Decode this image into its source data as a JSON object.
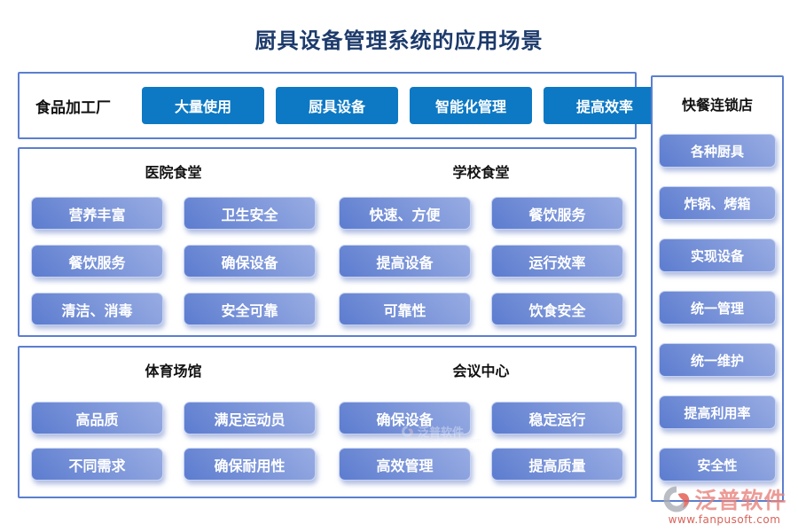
{
  "title": "厨具设备管理系统的应用场景",
  "factory": {
    "label": "食品加工厂",
    "buttons": [
      "大量使用",
      "厨具设备",
      "智能化管理",
      "提高效率"
    ]
  },
  "hospital": {
    "title": "医院食堂",
    "buttons": [
      "营养丰富",
      "卫生安全",
      "餐饮服务",
      "确保设备",
      "清洁、消毒",
      "安全可靠"
    ]
  },
  "school": {
    "title": "学校食堂",
    "buttons": [
      "快速、方便",
      "餐饮服务",
      "提高设备",
      "运行效率",
      "可靠性",
      "饮食安全"
    ]
  },
  "sports": {
    "title": "体育场馆",
    "buttons": [
      "高品质",
      "满足运动员",
      "不同需求",
      "确保耐用性"
    ]
  },
  "conference": {
    "title": "会议中心",
    "buttons": [
      "确保设备",
      "稳定运行",
      "高效管理",
      "提高质量"
    ]
  },
  "fastfood": {
    "title": "快餐连锁店",
    "buttons": [
      "各种厨具",
      "炸锅、烤箱",
      "实现设备",
      "统一管理",
      "统一维护",
      "提高利用率",
      "安全性"
    ]
  },
  "watermark": {
    "brand": "泛普软件",
    "url": "www.fanpusoft.com"
  },
  "colors": {
    "accent_solid": "#0d79c4",
    "pill_dark": "#5c7ccf",
    "pill_light": "#98ace3",
    "box_border": "#5b7fd0",
    "title_navy": "#1c3a6b",
    "brand_red": "#cf3b2f"
  }
}
